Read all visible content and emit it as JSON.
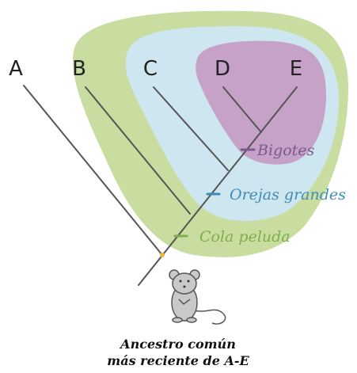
{
  "taxa": [
    "A",
    "B",
    "C",
    "D",
    "E"
  ],
  "traits": [
    {
      "label": "Bigotes",
      "color": "#7a5a8e"
    },
    {
      "label": "Orejas grandes",
      "color": "#3f8db3"
    },
    {
      "label": "Cola peluda",
      "color": "#7eae4c"
    }
  ],
  "caption": {
    "line1": "Ancestro común",
    "line2": "más reciente de A-E"
  },
  "colors": {
    "outer_region": "#c9dda1",
    "middle_region": "#cde6ef",
    "inner_region": "#c6a2c9",
    "ancestor_node": "#f2b632",
    "mouse": "#c9c9c9"
  },
  "illustration": "mouse-ancestor"
}
